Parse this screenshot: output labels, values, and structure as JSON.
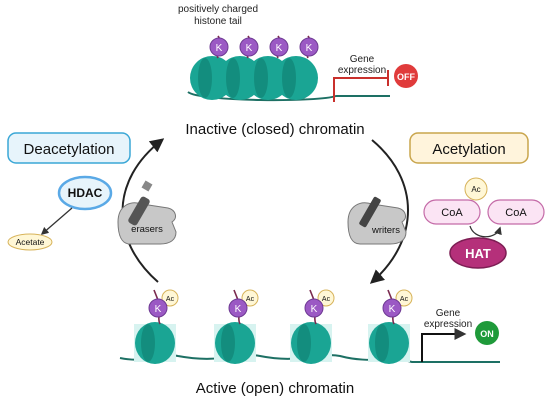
{
  "top": {
    "histone_tail_label_1": "positively charged",
    "histone_tail_label_2": "histone tail",
    "lysine": "K",
    "gene_label_1": "Gene",
    "gene_label_2": "expression",
    "off": "OFF",
    "title": "Inactive (closed) chromatin"
  },
  "left": {
    "process": "Deacetylation",
    "enzyme": "HDAC",
    "product": "Acetate",
    "erasers": "erasers"
  },
  "right": {
    "process": "Acetylation",
    "acetyl": "Ac",
    "coa_left": "CoA",
    "coa_right": "CoA",
    "enzyme": "HAT",
    "writers": "writers"
  },
  "bottom": {
    "lysine": "K",
    "acetyl": "Ac",
    "gene_label_1": "Gene",
    "gene_label_2": "expression",
    "on": "ON",
    "title": "Active (open) chromatin"
  },
  "colors": {
    "nucleosome": "#1aa594",
    "nucleosome_dark": "#0e7a6c",
    "lysine": "#9b59c4",
    "acetyl_circle": "#fff7d6",
    "acetyl_border": "#d7b35a",
    "deacetylation_box": "#e7f4fb",
    "deacetylation_border": "#3aa7d6",
    "acetylation_box": "#fff4dc",
    "acetylation_border": "#c9a54c",
    "hdac": "#5aa9e6",
    "hat": "#b5307a",
    "coa": "#f2b7e3",
    "off": "#e03b3b",
    "on": "#1f9a3a",
    "dna": "#1d7064"
  }
}
